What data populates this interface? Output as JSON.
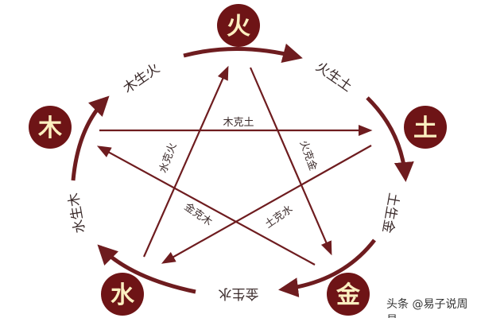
{
  "colors": {
    "primary": "#6e1c1f",
    "element_text": "#fbefc0"
  },
  "elements": {
    "fire": "火",
    "wood": "木",
    "earth": "土",
    "water": "水",
    "metal": "金"
  },
  "generating": {
    "wood_fire": "木生火",
    "fire_earth": "火生土",
    "earth_metal": "土生金",
    "metal_water": "金生水",
    "water_wood": "水生木"
  },
  "controlling": {
    "wood_earth": "木克土",
    "water_fire": "水克火",
    "fire_metal": "火克金",
    "earth_water": "土克水",
    "metal_wood": "金克木"
  },
  "watermark": "头条 @易子说周易"
}
